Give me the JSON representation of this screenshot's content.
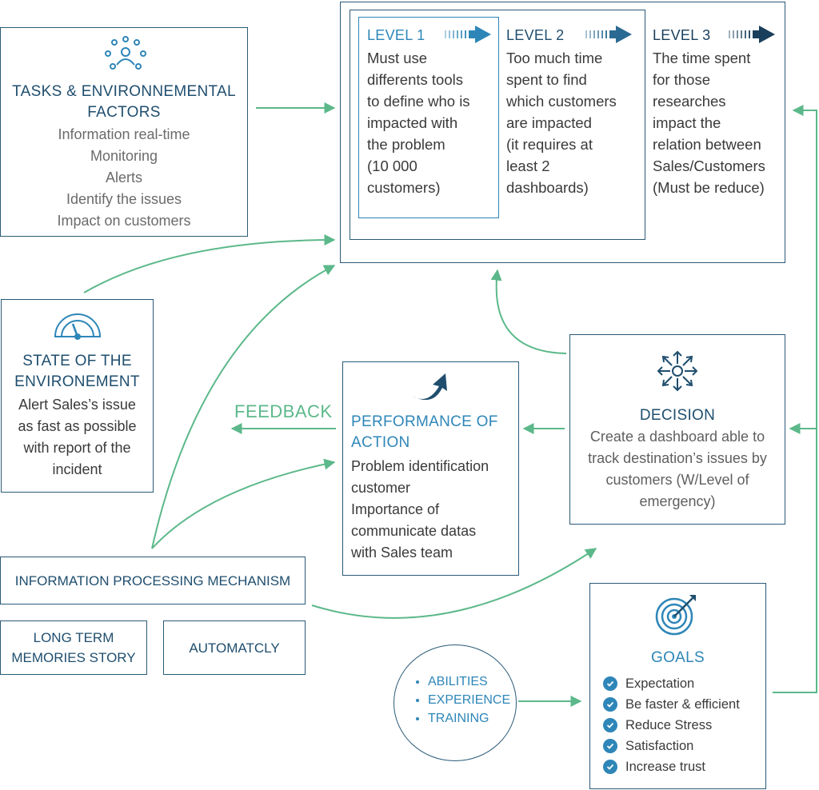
{
  "tasks": {
    "title_line1": "TASKS & ENVIRONNEMENTAL",
    "title_line2": "FACTORS",
    "items": [
      "Information real-time",
      "Monitoring",
      "Alerts",
      "Identify the issues",
      "Impact on customers"
    ],
    "icon": "people-network-icon"
  },
  "levels": [
    {
      "label": "LEVEL 1",
      "lines": [
        "Must use",
        "differents tools",
        "to define who is",
        "impacted with",
        "the problem",
        "(10 000",
        "customers)"
      ]
    },
    {
      "label": "LEVEL 2",
      "lines": [
        "Too much time",
        "spent to find",
        "which customers",
        "are impacted",
        "(it requires at",
        "least 2",
        "dashboards)"
      ]
    },
    {
      "label": "LEVEL 3",
      "lines": [
        "The time spent",
        "for those",
        "researches",
        "impact the",
        "relation between",
        "Sales/Customers",
        "(Must be reduce)"
      ]
    }
  ],
  "state": {
    "title_line1": "STATE OF THE",
    "title_line2": "ENVIRONEMENT",
    "lines": [
      "Alert Sales’s issue",
      "as fast as possible",
      "with report of the",
      "incident"
    ],
    "icon": "gauge-icon"
  },
  "feedback": "FEEDBACK",
  "performance": {
    "title_line1": "PERFORMANCE OF",
    "title_line2": "ACTION",
    "lines": [
      "Problem identification",
      "customer",
      "Importance of",
      "communicate datas",
      "with Sales team"
    ],
    "icon": "curved-up-arrow-icon"
  },
  "decision": {
    "title": "DECISION",
    "lines": [
      "Create a dashboard able to",
      "track destination’s issues by",
      "customers (W/Level of",
      "emergency)"
    ],
    "icon": "decision-arrows-icon"
  },
  "info_processing": "INFORMATION PROCESSING MECHANISM",
  "long_term": {
    "line1": "LONG TERM",
    "line2": "MEMORIES STORY"
  },
  "automatic": "AUTOMATCLY",
  "abilities": [
    "ABILITIES",
    "EXPERIENCE",
    "TRAINING"
  ],
  "goals": {
    "title": "GOALS",
    "items": [
      "Expectation",
      "Be faster & efficient",
      "Reduce Stress",
      "Satisfaction",
      "Increase trust"
    ],
    "icon": "target-icon"
  },
  "colors": {
    "navy": "#1f4e6e",
    "blue": "#2e86b8",
    "arrow_green": "#5cb88a",
    "border": "#2a5a78"
  }
}
